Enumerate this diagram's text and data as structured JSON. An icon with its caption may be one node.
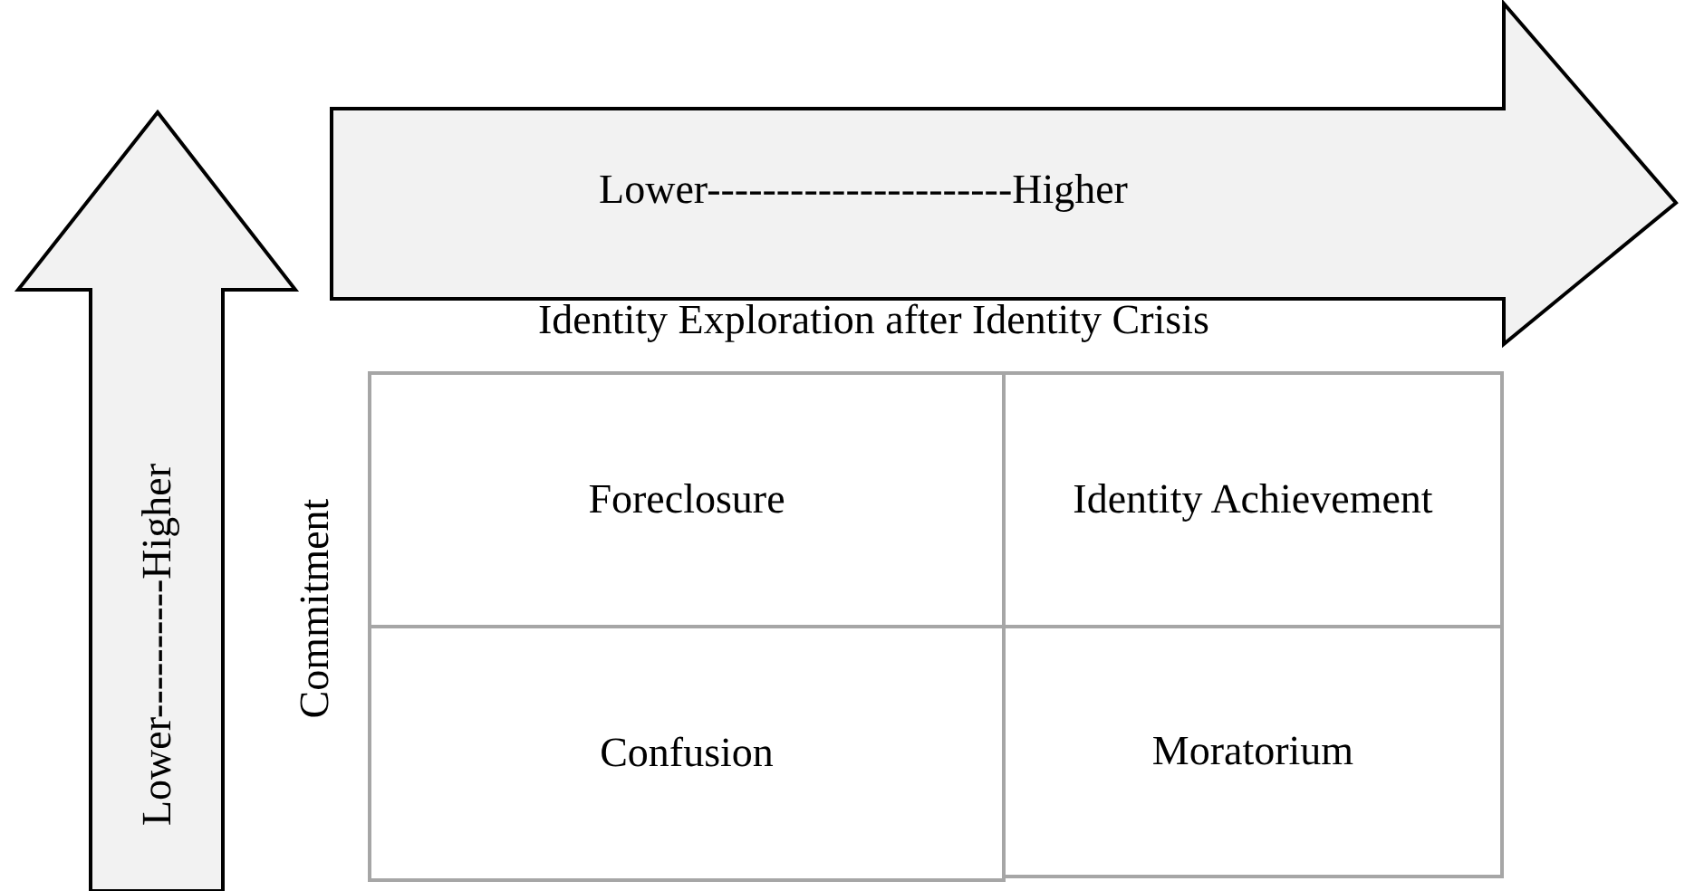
{
  "diagram": {
    "nodes": [
      {
        "text": [
          "Lower----------------------Higher"
        ]
      },
      {
        "text": [
          "Lower----------Higher"
        ]
      },
      {
        "text": [
          "Foreclosure"
        ]
      },
      {
        "text": [
          "Identity Achievement"
        ]
      },
      {
        "text": [
          "Confusion"
        ]
      },
      {
        "text": [
          "Moratorium"
        ]
      }
    ],
    "labels": [
      "Identity Exploration after Identity Crisis",
      "Commitment"
    ]
  }
}
